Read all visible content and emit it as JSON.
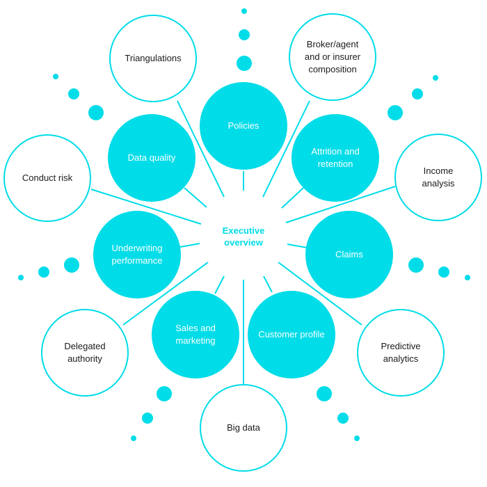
{
  "center": {
    "label": "Executive\noverview"
  },
  "colors": {
    "accent": "#00dce8",
    "outline": "#00dce8",
    "text_dark": "#1a1a1a",
    "text_light": "#ffffff"
  },
  "inner_nodes": [
    {
      "id": "policies",
      "label": "Policies"
    },
    {
      "id": "attrition-and-retention",
      "label": "Attrition and\nretention"
    },
    {
      "id": "claims",
      "label": "Claims"
    },
    {
      "id": "customer-profile",
      "label": "Customer profile"
    },
    {
      "id": "sales-and-marketing",
      "label": "Sales and\nmarketing"
    },
    {
      "id": "underwriting-performance",
      "label": "Underwriting\nperformance"
    },
    {
      "id": "data-quality",
      "label": "Data quality"
    }
  ],
  "outer_nodes": [
    {
      "id": "triangulations",
      "label": "Triangulations"
    },
    {
      "id": "broker-agent-insurer-composition",
      "label": "Broker/agent\nand or insurer\ncomposition"
    },
    {
      "id": "income-analysis",
      "label": "Income\nanalysis"
    },
    {
      "id": "predictive-analytics",
      "label": "Predictive\nanalytics"
    },
    {
      "id": "big-data",
      "label": "Big data"
    },
    {
      "id": "delegated-authority",
      "label": "Delegated\nauthority"
    },
    {
      "id": "conduct-risk",
      "label": "Conduct risk"
    }
  ]
}
